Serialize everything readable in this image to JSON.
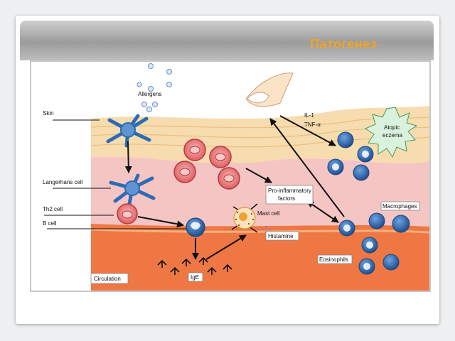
{
  "slide": {
    "title": "Патогенез"
  },
  "diagram": {
    "labels": {
      "allergens": "Allergens",
      "skin": "Skin",
      "langerhans_cell": "Langerhans cell",
      "th2_cell": "Th2 cell",
      "b_cell": "B cell",
      "circulation": "Circulation",
      "ige": "IgE",
      "mast_cell": "Mast cell",
      "histamine": "Histamine",
      "pro_inflammatory_line1": "Pro-inflammatory",
      "pro_inflammatory_line2": "factors",
      "il1": "IL-1",
      "tnf": "TNF-α",
      "atopic_line1": "Atopic",
      "atopic_line2": "eczema",
      "macrophages": "Macrophages",
      "eosinophils": "Eosinophils"
    },
    "colors": {
      "epidermis": "#f6dcae",
      "dermis": "#f5c5c4",
      "blood_vessel": "#ee7744",
      "blue_cell": "#2d6bb5",
      "red_cell": "#e56a6c",
      "callout_fill": "#d9f2dd",
      "title_orange": "#f0a42a"
    },
    "icons": [
      "langerhans-cell-icon",
      "th2-cell-icon",
      "b-cell-icon",
      "mast-cell-icon",
      "macrophage-icon",
      "eosinophil-icon",
      "ige-antibody-icon",
      "fingernail-icon",
      "starburst-icon"
    ]
  }
}
